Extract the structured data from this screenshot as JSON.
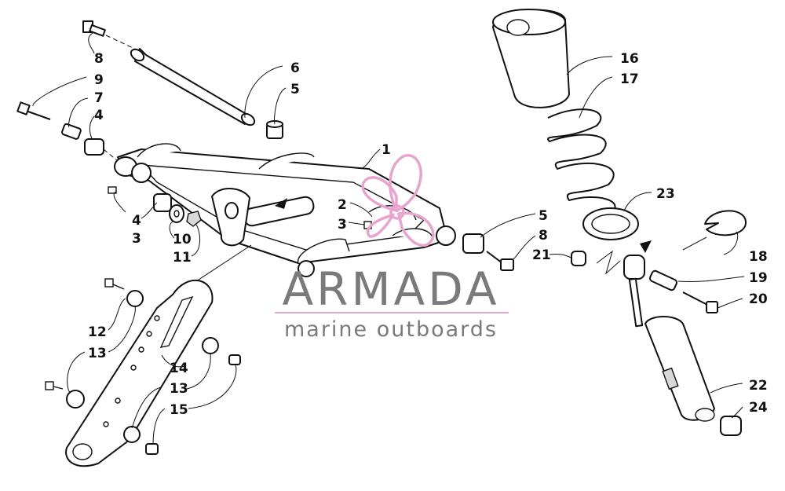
{
  "brand": {
    "name": "ARMADA",
    "tagline": "marine outboards",
    "logo_color": "#e7a4cf",
    "text_color": "#7a7a7a",
    "rule_color": "#e7a4cf"
  },
  "callouts": {
    "c1": "1",
    "c2": "2",
    "c3a": "3",
    "c3b": "3",
    "c4a": "4",
    "c4b": "4",
    "c5a": "5",
    "c5b": "5",
    "c6": "6",
    "c7": "7",
    "c8a": "8",
    "c8b": "8",
    "c9": "9",
    "c10": "10",
    "c11": "11",
    "c12": "12",
    "c13a": "13",
    "c13b": "13",
    "c14": "14",
    "c15": "15",
    "c16": "16",
    "c17": "17",
    "c18": "18",
    "c19": "19",
    "c20": "20",
    "c21": "21",
    "c22": "22",
    "c23": "23",
    "c24": "24"
  }
}
